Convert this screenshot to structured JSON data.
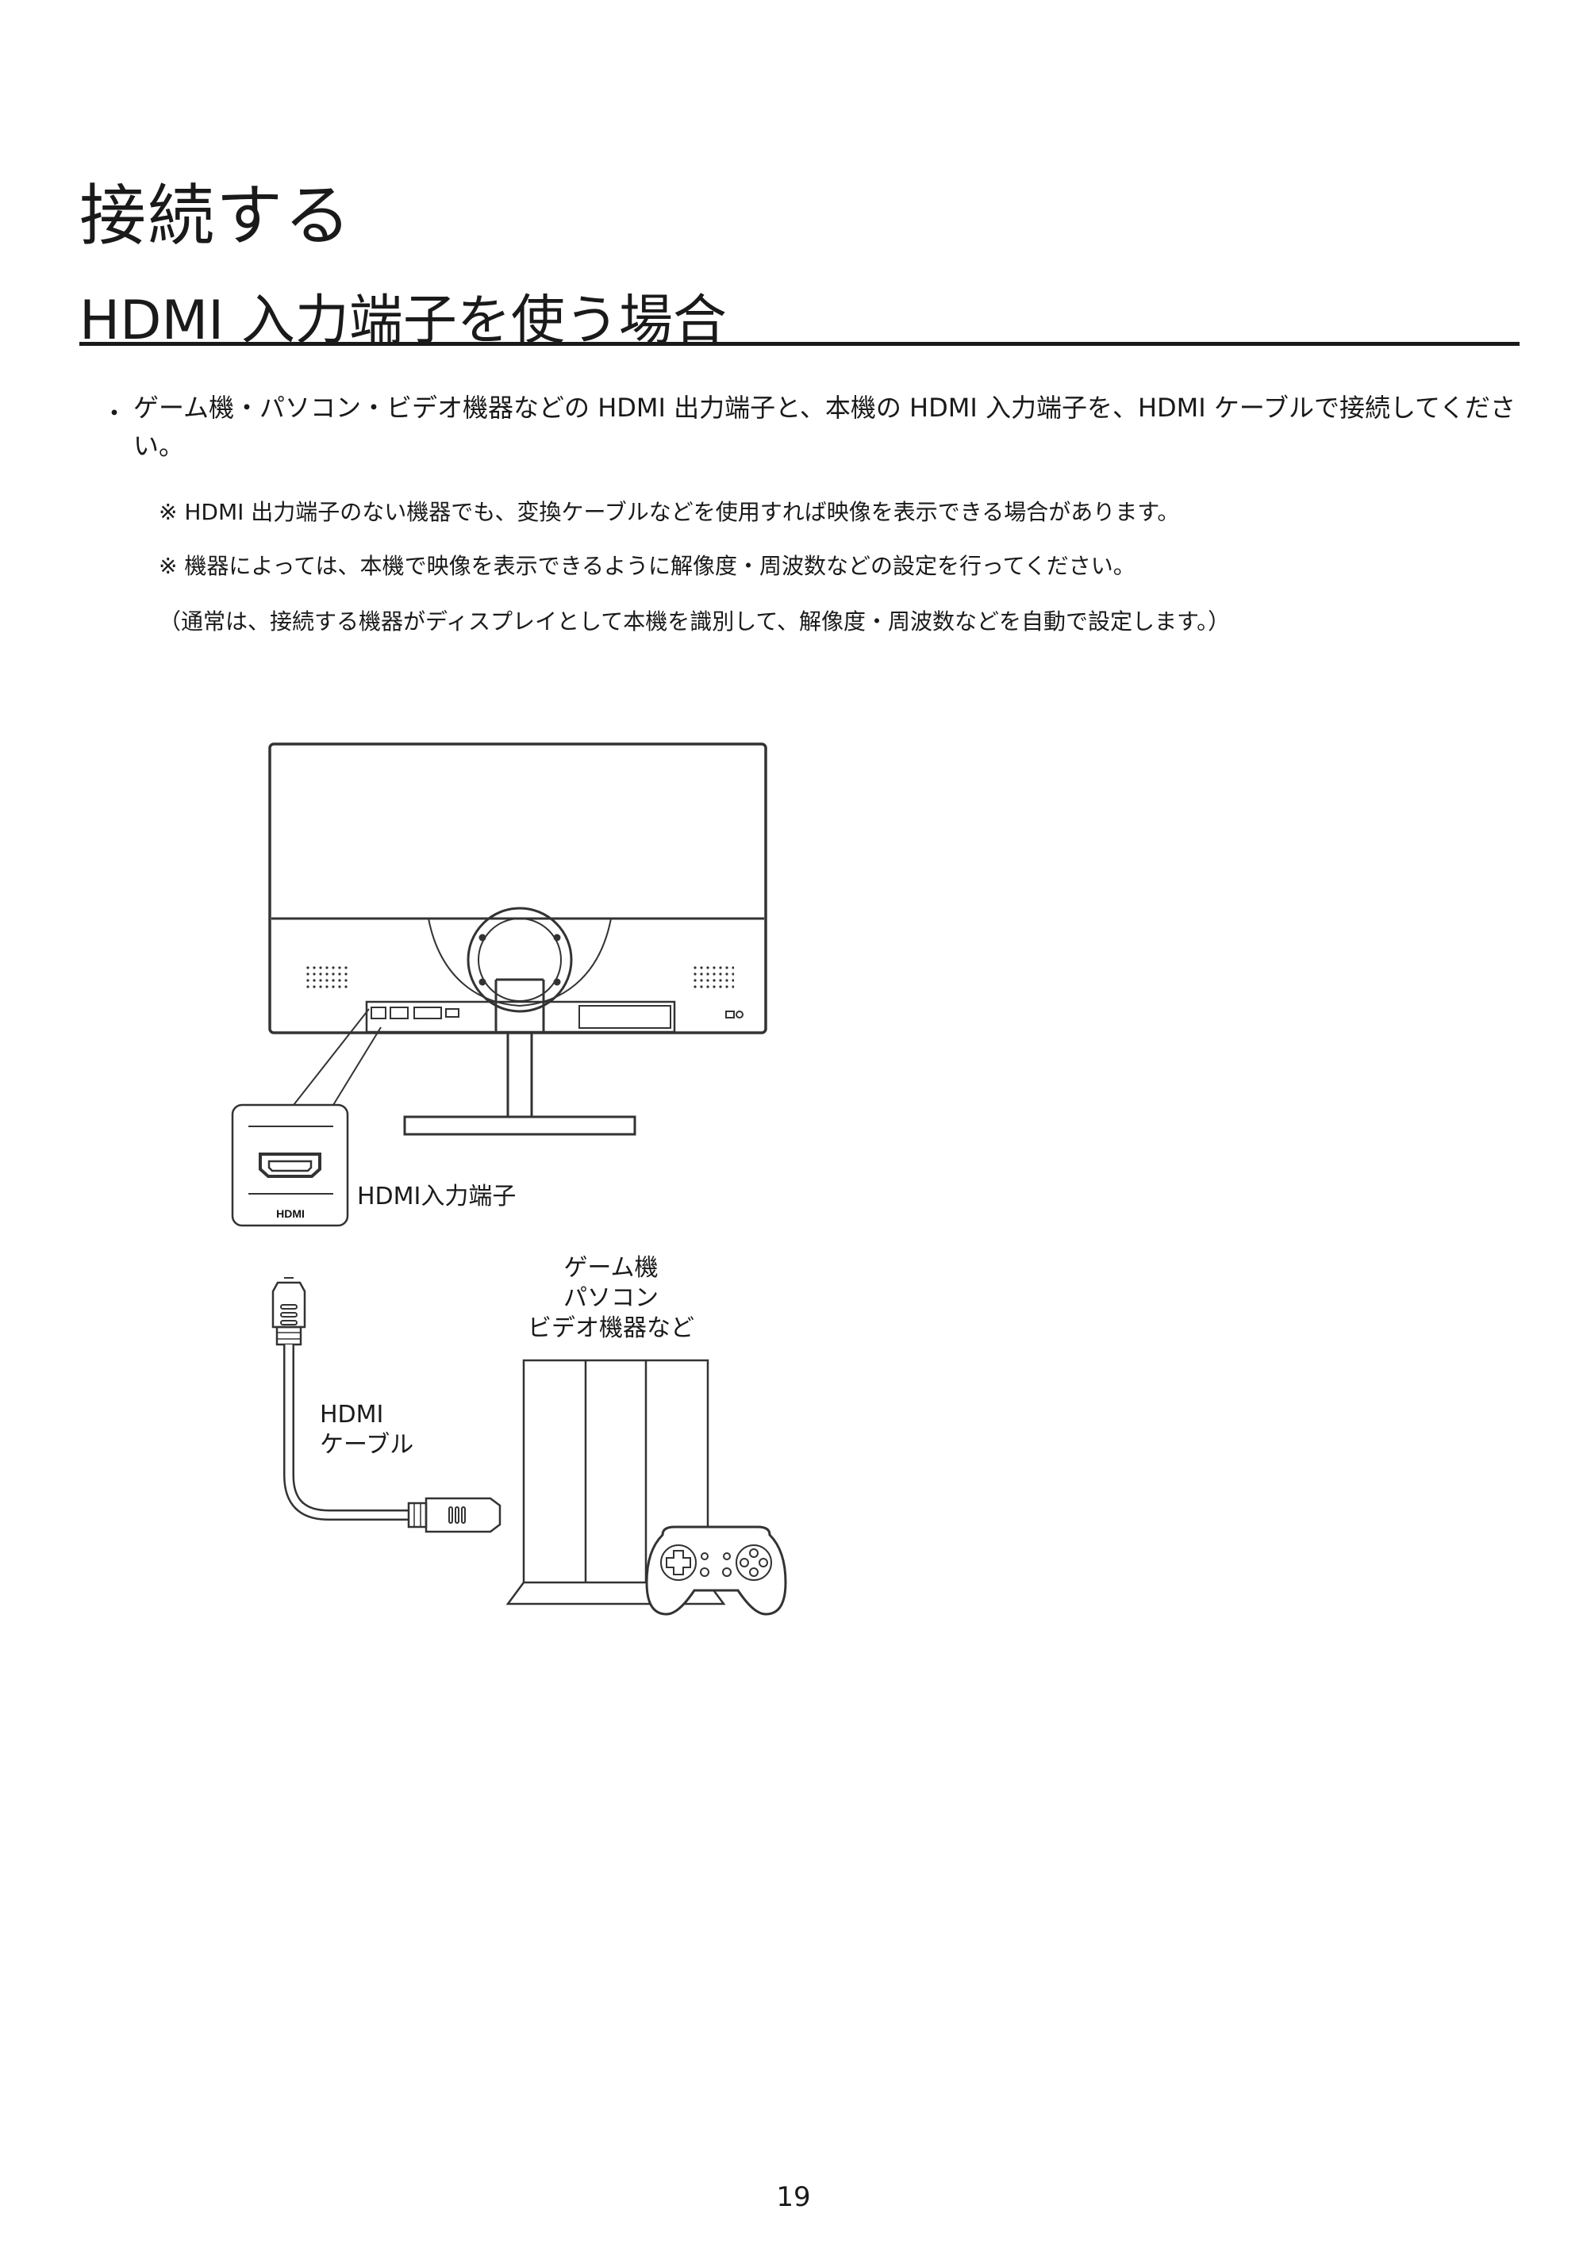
{
  "page": {
    "title": "接続する",
    "section_title": "HDMI 入力端子を使う場合",
    "bullet": "・",
    "bullet_text": "ゲーム機・パソコン・ビデオ機器などの HDMI 出力端子と、本機の HDMI 入力端子を、HDMI ケーブルで接続してください。",
    "notes": [
      "※ HDMI 出力端子のない機器でも、変換ケーブルなどを使用すれば映像を表示できる場合があります。",
      "※ 機器によっては、本機で映像を表示できるように解像度・周波数などの設定を行ってください。",
      "（通常は、接続する機器がディスプレイとして本機を識別して、解像度・周波数などを自動で設定します。）"
    ],
    "page_number": "19"
  },
  "diagram": {
    "port_badge": "HDMI",
    "port_label": "HDMI入力端子",
    "device_label": [
      "ゲーム機",
      "パソコン",
      "ビデオ機器など"
    ],
    "cable_label": [
      "HDMI",
      "ケーブル"
    ]
  }
}
